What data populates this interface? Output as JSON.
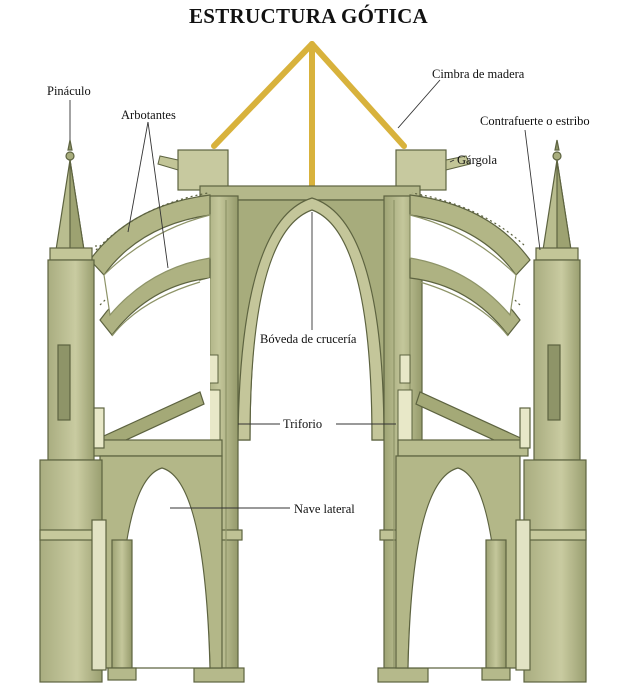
{
  "title": "ESTRUCTURA GÓTICA",
  "labels": {
    "pinaculo": "Pináculo",
    "arbotantes": "Arbotantes",
    "cimbra": "Cimbra de madera",
    "contrafuerte": "Contrafuerte o estribo",
    "gargola": "Gárgola",
    "boveda": "Bóveda de crucería",
    "triforio": "Triforio",
    "nave_lateral": "Nave lateral"
  },
  "colors": {
    "stone": "#b9bd8f",
    "stone_dark": "#8e9468",
    "stone_light": "#dcddb6",
    "outline": "#5d6340",
    "timber": "#d8b23c",
    "background": "#ffffff"
  }
}
